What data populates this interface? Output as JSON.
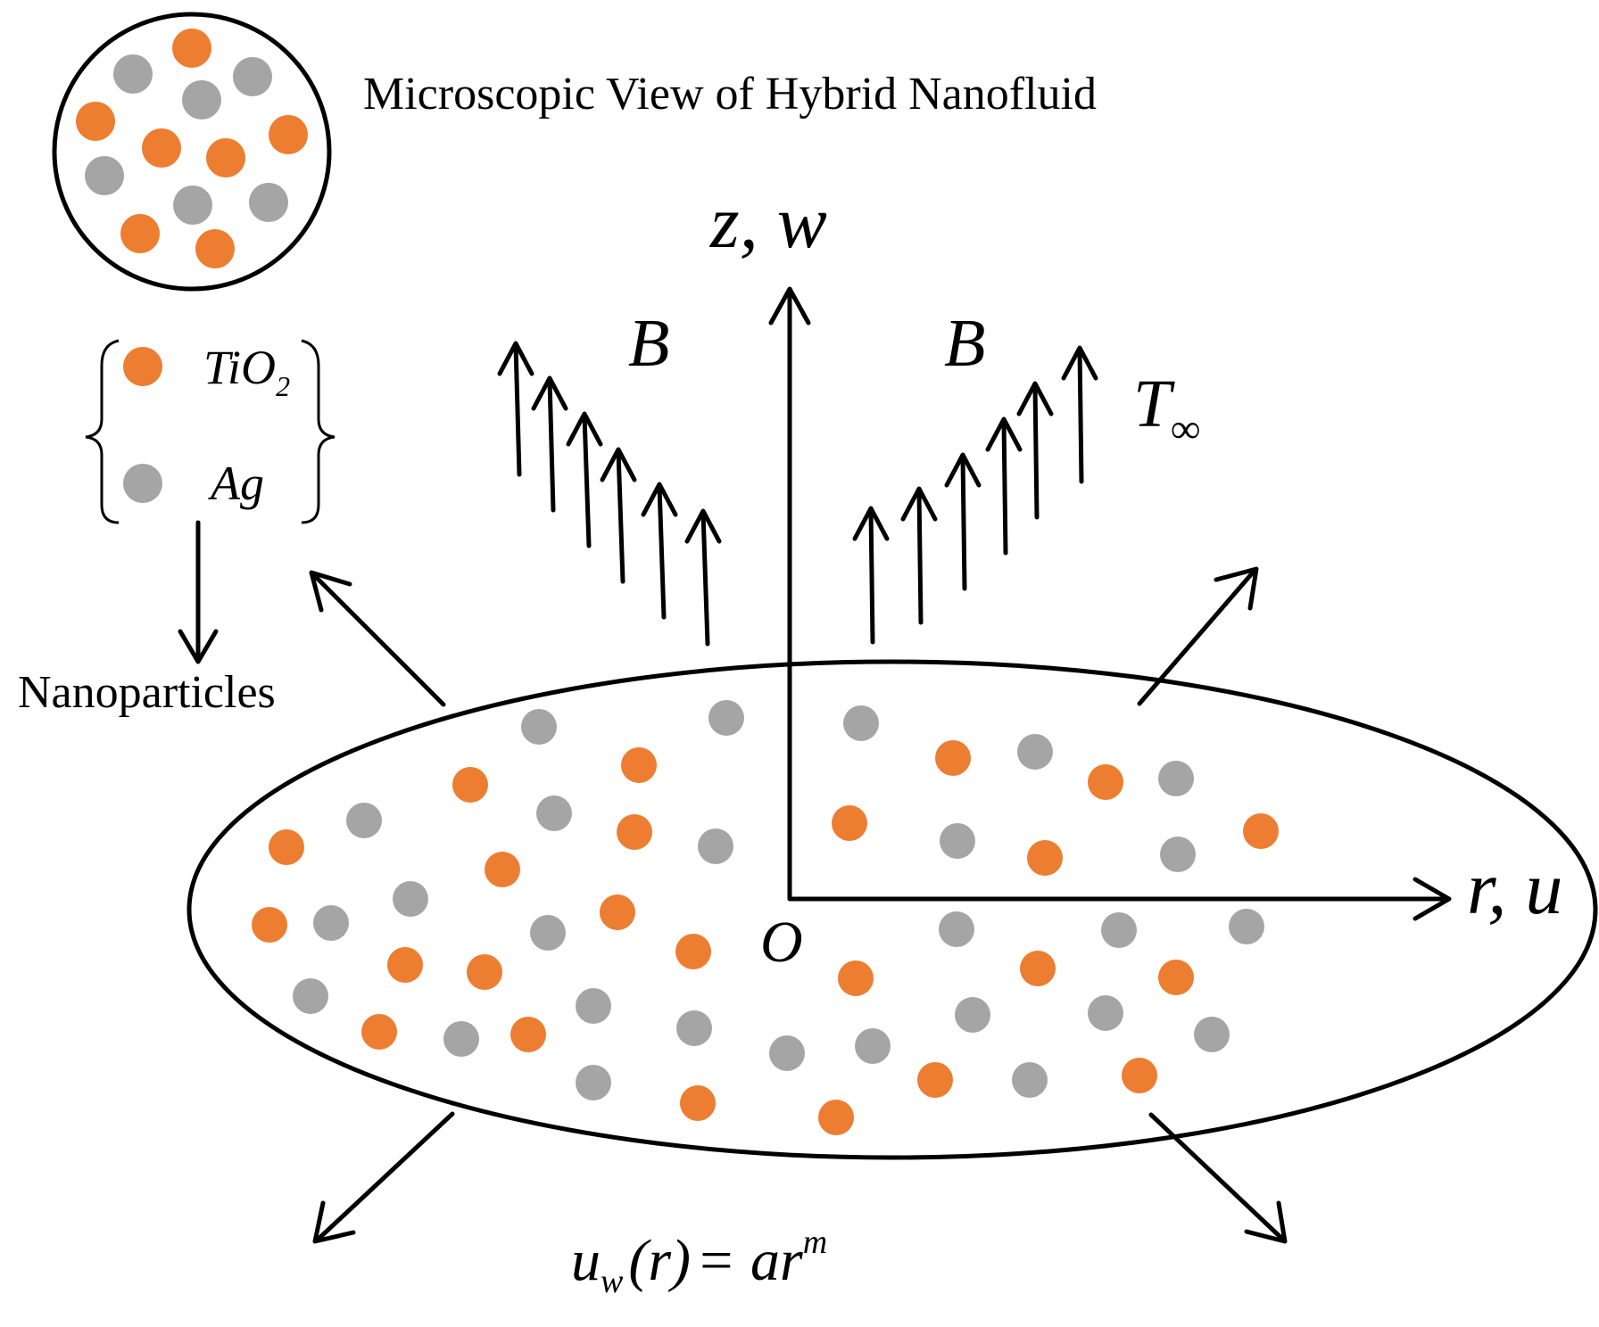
{
  "title": "Microscopic View of Hybrid Nanofluid",
  "legend": {
    "items": [
      {
        "name": "TiO",
        "subscript": "2",
        "color": "#ED7D31"
      },
      {
        "name": "Ag",
        "subscript": "",
        "color": "#A5A5A5"
      }
    ],
    "group_label": "Nanoparticles"
  },
  "axes": {
    "vertical_label": "z, w",
    "horizontal_label": "r, u",
    "origin_label": "O"
  },
  "field_label_left": "B",
  "field_label_right": "B",
  "ambient": {
    "symbol": "T",
    "subscript": "∞"
  },
  "stretching_velocity": {
    "lhs": "u",
    "lhs_sub": "w",
    "arg": "(r)",
    "rhs": "= ar",
    "rhs_sup": "m"
  },
  "colors": {
    "tio2": "#ED7D31",
    "ag": "#A5A5A5",
    "line": "#000000"
  }
}
